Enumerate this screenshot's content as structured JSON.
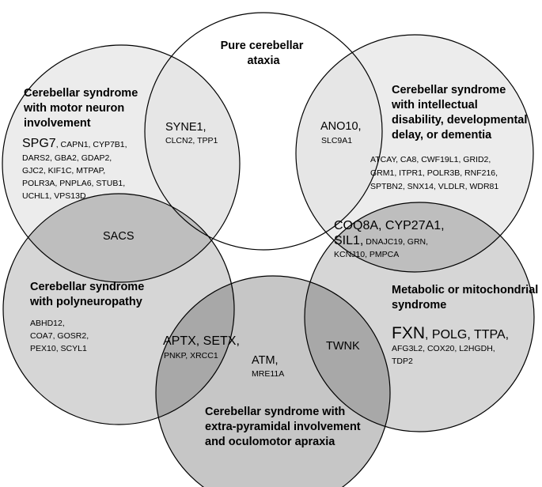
{
  "colors": {
    "circle_fill": "#bdbdbd",
    "circle_stroke": "#000000",
    "background": "#ffffff"
  },
  "circles": {
    "pure": {
      "title": [
        "Pure cerebellar",
        "ataxia"
      ]
    },
    "motor_neuron": {
      "title": [
        "Cerebellar syndrome",
        "with motor neuron",
        "involvement"
      ],
      "lead_gene": "SPG7",
      "genes": [
        ", CAPN1, CYP7B1,",
        "DARS2, GBA2, GDAP2,",
        "GJC2,  KIF1C, MTPAP,",
        "POLR3A, PNPLA6, STUB1,",
        "UCHL1, VPS13D"
      ]
    },
    "intellectual": {
      "title": [
        "Cerebellar syndrome",
        "with intellectual",
        "disability, developmental",
        "delay, or dementia"
      ],
      "genes": [
        "ATCAY, CA8, CWF19L1, GRID2,",
        "GRM1, ITPR1, POLR3B, RNF216,",
        "SPTBN2, SNX14, VLDLR, WDR81"
      ]
    },
    "polyneuropathy": {
      "title": [
        "Cerebellar syndrome",
        "with polyneuropathy"
      ],
      "genes": [
        "ABHD12,",
        "COA7, GOSR2,",
        "PEX10,  SCYL1"
      ]
    },
    "metabolic": {
      "title": [
        "Metabolic or mitochondrial",
        "syndrome"
      ],
      "lead_genes": "FXN",
      "lead_genes_rest": ", POLG, TTPA,",
      "genes": [
        "AFG3L2, COX20, L2HGDH,",
        "TDP2"
      ]
    },
    "extrapyramidal": {
      "title": [
        "Cerebellar syndrome with",
        "extra-pyramidal involvement",
        "and oculomotor apraxia"
      ],
      "lead_gene": "ATM,",
      "genes": [
        "MRE11A"
      ]
    }
  },
  "overlaps": {
    "pure_motor": {
      "lead": "SYNE1,",
      "rest": "CLCN2, TPP1"
    },
    "pure_intellectual": {
      "lead": "ANO10,",
      "rest": "SLC9A1"
    },
    "motor_poly": {
      "lead": "SACS"
    },
    "intellectual_metabolic": {
      "lines": [
        "COQ8A, CYP27A1,"
      ],
      "lead2": "SIL1,",
      "rest2": " DNAJC19, GRN,",
      "rest3": "KCNJ10, PMPCA"
    },
    "poly_extra": {
      "lead": "APTX, SETX,",
      "rest": "PNKP, XRCC1"
    },
    "metabolic_extra": {
      "lead": "TWNK"
    }
  }
}
